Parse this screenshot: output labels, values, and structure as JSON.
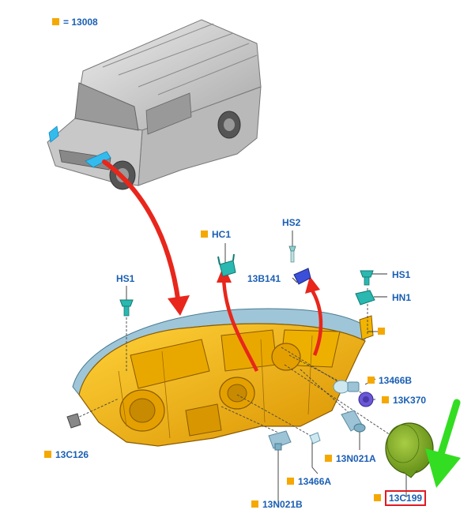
{
  "legend": {
    "text": "= 13008",
    "square_color": "#f5a800"
  },
  "label_color": "#1a5fb4",
  "highlight_color": "#e01b24",
  "arrow_color": "#e8261b",
  "indicator_arrow_color": "#33dd22",
  "housing_color": "#f5b800",
  "parts": {
    "hc1": "HC1",
    "hs2": "HS2",
    "b141": "13B141",
    "hs1_left": "HS1",
    "hs1_right": "HS1",
    "hn1": "HN1",
    "k13466b": "13466B",
    "k370": "13K370",
    "c126": "13C126",
    "n021a": "13N021A",
    "k13466a": "13466A",
    "n021b": "13N021B",
    "c199": "13C199"
  },
  "highlighted_part": "13C199"
}
